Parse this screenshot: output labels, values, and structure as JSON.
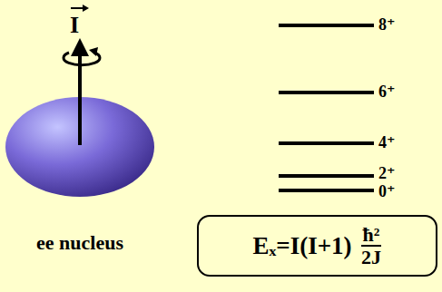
{
  "diagram": {
    "nodes": [
      {
        "text": [
          "Eₓ=I(I+1)",
          "ħ²",
          "2J"
        ]
      }
    ],
    "labels": [
      "I",
      "ee nucleus",
      "8⁺",
      "6⁺",
      "4⁺",
      "2⁺",
      "0⁺"
    ]
  }
}
